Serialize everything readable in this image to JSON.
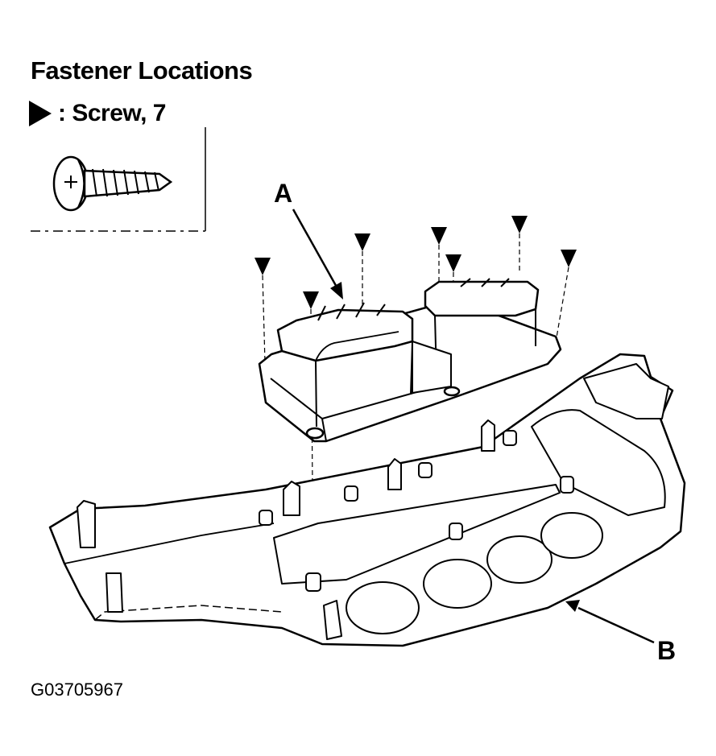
{
  "title": "Fastener Locations",
  "legend": {
    "icon": "filled-triangle-arrow",
    "text": ": Screw, 7"
  },
  "callouts": {
    "a": "A",
    "b": "B"
  },
  "figure_code": "G03705967",
  "colors": {
    "ink": "#000000",
    "paper": "#ffffff"
  }
}
